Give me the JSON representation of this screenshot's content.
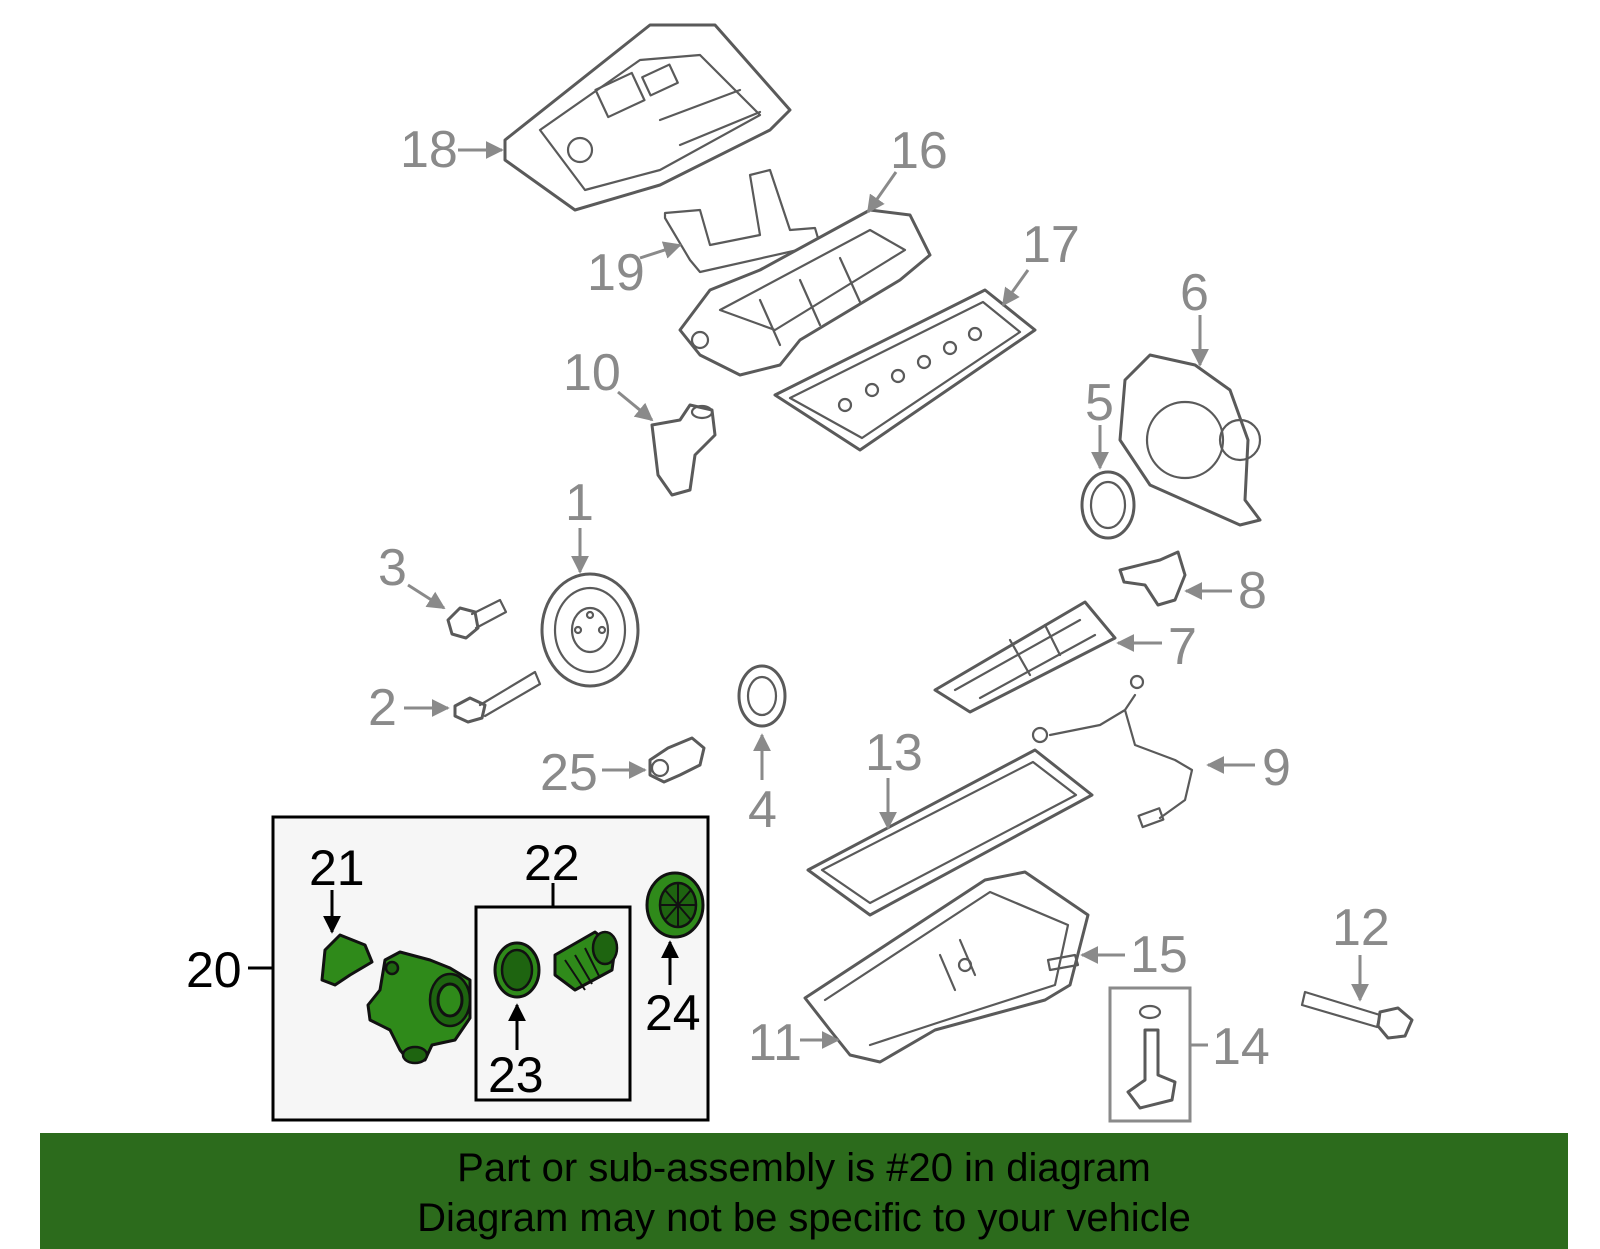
{
  "colors": {
    "highlight": "#2f8a1a",
    "banner": "#2c6b1c",
    "label_gray": "#8a8a8a",
    "line_gray": "#5a5a5a"
  },
  "callouts": {
    "c1": "1",
    "c2": "2",
    "c3": "3",
    "c4": "4",
    "c5": "5",
    "c6": "6",
    "c7": "7",
    "c8": "8",
    "c9": "9",
    "c10": "10",
    "c11": "11",
    "c12": "12",
    "c13": "13",
    "c14": "14",
    "c15": "15",
    "c16": "16",
    "c17": "17",
    "c18": "18",
    "c19": "19",
    "c20": "20",
    "c21": "21",
    "c22": "22",
    "c23": "23",
    "c24": "24",
    "c25": "25"
  },
  "banner": {
    "line1": "Part or sub-assembly is #20 in diagram",
    "line2": "Diagram may not be specific to your vehicle"
  }
}
